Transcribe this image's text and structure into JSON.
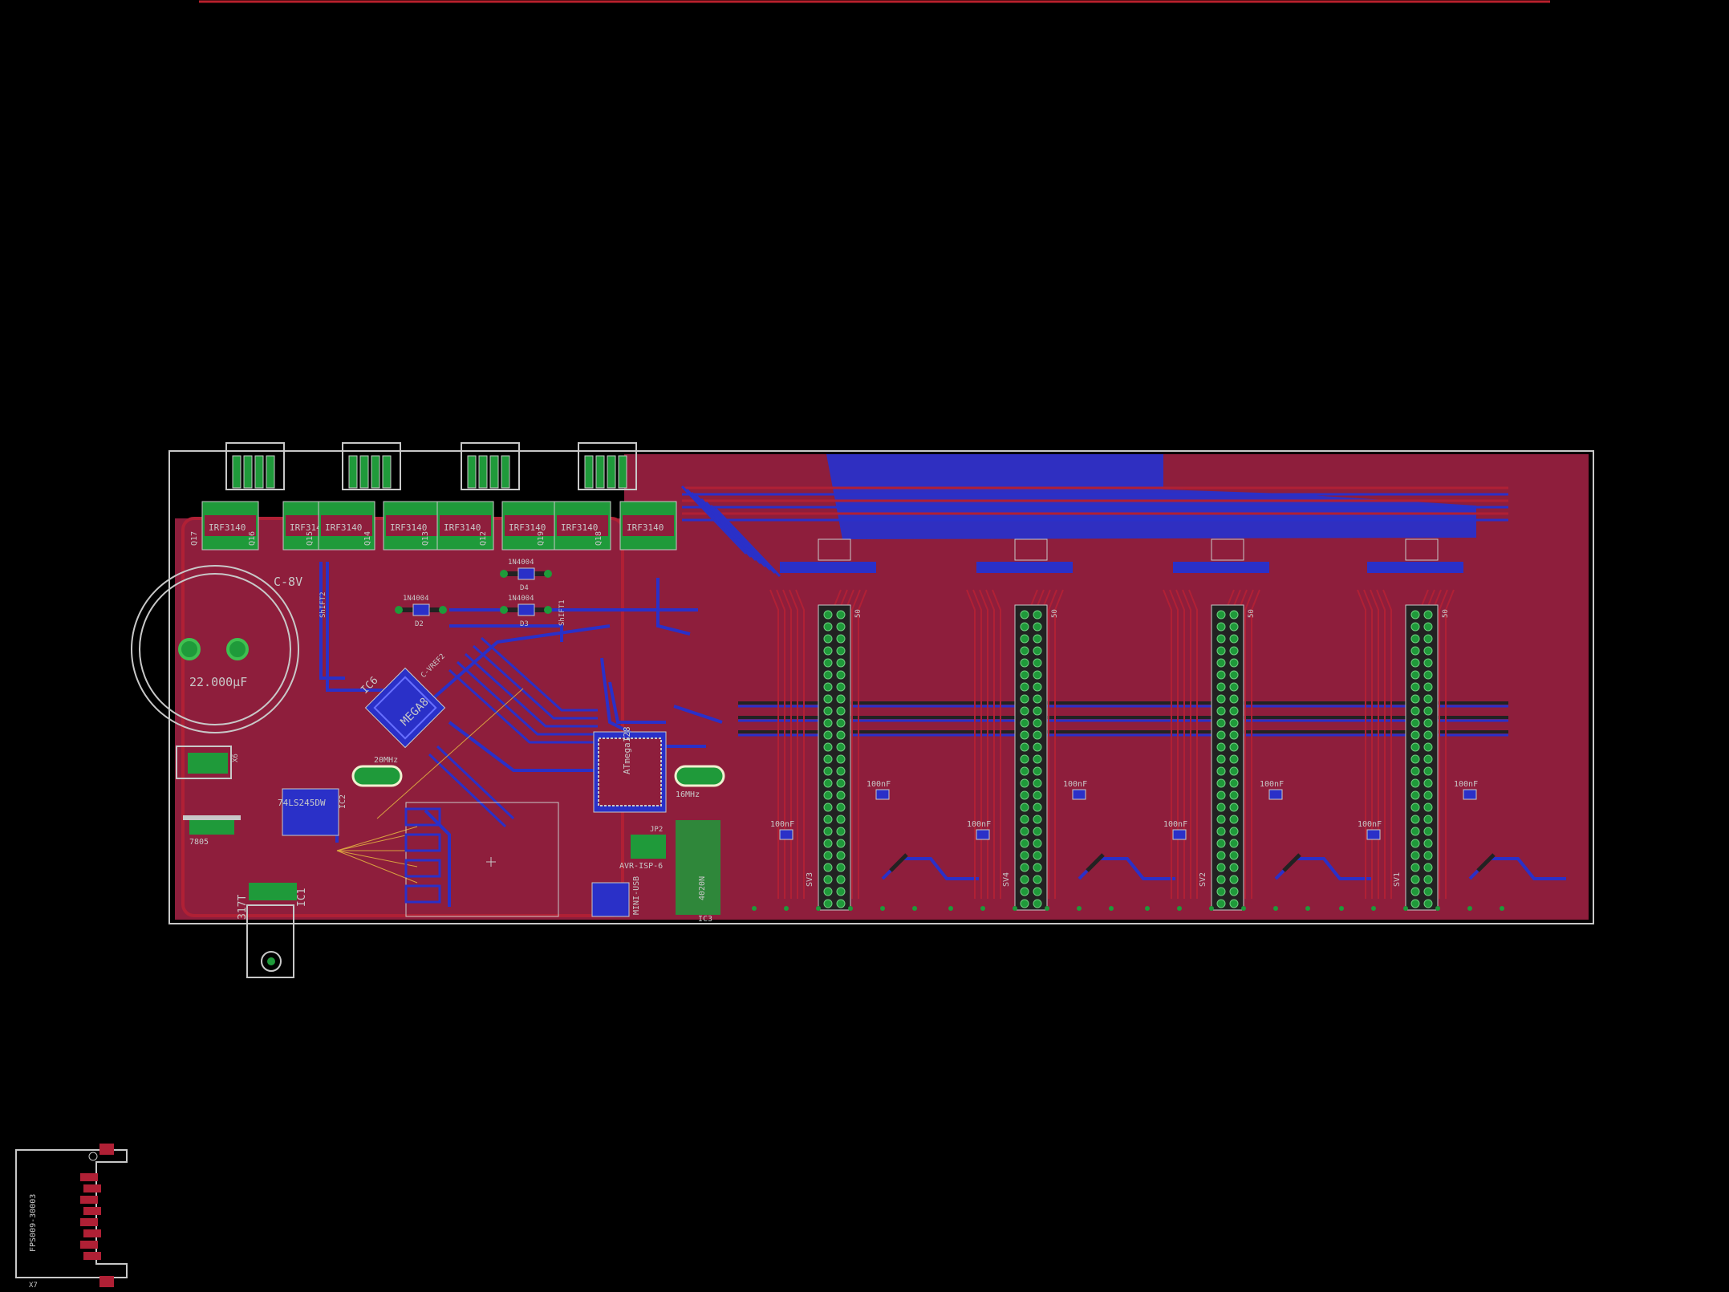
{
  "board": {
    "big_cap_label": "22.000µF",
    "big_cap_voltage": "C-8V",
    "mosfet_label": "IRF3140",
    "mosfet_refs": [
      "Q17",
      "Q16",
      "Q15",
      "Q14",
      "Q13",
      "Q12",
      "Q19",
      "Q18"
    ],
    "diodes": [
      "1N4004",
      "1N4004",
      "1N4004"
    ],
    "diode_refs": [
      "D2",
      "D4",
      "D3"
    ],
    "shift_labels": [
      "ShIFT2",
      "ShIFT1"
    ],
    "cref_label": "C-VREF2",
    "mcu_label": "MEGA8",
    "mcu_ref": "IC6",
    "mcu2_label": "ATmega128",
    "crystal1": "20MHz",
    "crystal2": "16MHz",
    "buffer_label": "74LS245DW",
    "buffer_ref": "IC2",
    "reg_7805": "7805",
    "reg_317t": "317T",
    "reg_ic1": "IC1",
    "isp_label": "AVR-ISP-6",
    "jp_label": "JP2",
    "usb_label": "MINI-USB",
    "ic3_label": "4020N",
    "ic3_ref": "IC3",
    "cap_100nf": "100nF",
    "sv_refs": [
      "SV3",
      "SV4",
      "SV2",
      "SV1"
    ],
    "sv_pin_label": "50",
    "x6": "X6",
    "x7_part": "FPS009-30003",
    "x7_ref": "X7"
  },
  "colors": {
    "background": "#000000",
    "board_fill": "#8e1e3c",
    "top_copper": "#b02035",
    "bottom_copper": "#2a30c8",
    "pad": "#1f9a3a",
    "silkscreen": "#c8c8c8",
    "airwire": "#d8a040"
  }
}
